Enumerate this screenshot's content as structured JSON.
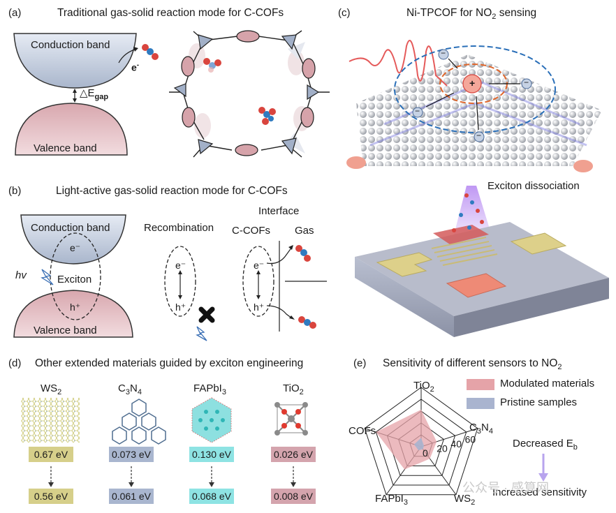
{
  "panel_a": {
    "label": "(a)",
    "title": "Traditional gas-solid reaction mode for C-COFs",
    "conduction_band": "Conduction band",
    "valence_band": "Valence band",
    "electron": "e",
    "electron_sup": "-",
    "gap_symbol": "△E",
    "gap_sub": "gap"
  },
  "panel_b": {
    "label": "(b)",
    "title": "Light-active gas-solid reaction mode for C-COFs",
    "conduction_band": "Conduction band",
    "valence_band": "Valence band",
    "hv": "hv",
    "exciton": "Exciton",
    "e_minus": "e⁻",
    "h_plus": "h⁺",
    "recombination": "Recombination",
    "interface": "Interface",
    "ccofs": "C-COFs",
    "gas": "Gas"
  },
  "panel_c": {
    "label": "(c)",
    "title_prefix": "Ni-TPCOF for NO",
    "title_sub": "2",
    "title_suffix": " sensing",
    "exciton_dissociation": "Exciton dissociation",
    "plus": "+",
    "minus": "−"
  },
  "panel_d": {
    "label": "(d)",
    "title": "Other extended materials guided by exciton engineering",
    "materials": [
      {
        "name": "WS",
        "sub": "2",
        "tail": "",
        "before": "0.67 eV",
        "after": "0.56 eV",
        "color": "#d6cf8a"
      },
      {
        "name": "C",
        "sub": "3",
        "tail": "N",
        "sub2": "4",
        "before": "0.073 eV",
        "after": "0.061 eV",
        "color": "#a9b6cf"
      },
      {
        "name": "FAPbI",
        "sub": "3",
        "tail": "",
        "before": "0.130 eV",
        "after": "0.068 eV",
        "color": "#8ee3e3"
      },
      {
        "name": "TiO",
        "sub": "2",
        "tail": "",
        "before": "0.026 eV",
        "after": "0.008 eV",
        "color": "#d4a4ad"
      }
    ]
  },
  "panel_e": {
    "label": "(e)",
    "title_prefix": "Sensitivity of different sensors to NO",
    "title_sub": "2",
    "legend_modulated": "Modulated materials",
    "legend_pristine": "Pristine samples",
    "decreased": "Decreased E",
    "decreased_sub": "b",
    "increased": "Increased sensitivity",
    "colors": {
      "modulated": "#e5a3a8",
      "pristine": "#a9b4cf",
      "arrow": "#b8a4ee"
    }
  },
  "chart_data": {
    "type": "radar",
    "axes": [
      "TiO2",
      "C3N4",
      "WS2",
      "FAPbI3",
      "COFs"
    ],
    "axis_labels": {
      "TiO2": "TiO",
      "C3N4": "C",
      "WS2": "WS",
      "FAPbI3": "FAPbI",
      "COFs": "COFs"
    },
    "tick_labels": [
      "0",
      "20",
      "40",
      "60"
    ],
    "rmax": 80,
    "grid_rings": 5,
    "series": [
      {
        "name": "Modulated materials",
        "values": [
          50,
          22,
          20,
          38,
          64
        ]
      },
      {
        "name": "Pristine samples",
        "values": [
          12,
          4,
          4,
          6,
          10
        ]
      }
    ]
  },
  "watermark": "公众号 · 感算网"
}
